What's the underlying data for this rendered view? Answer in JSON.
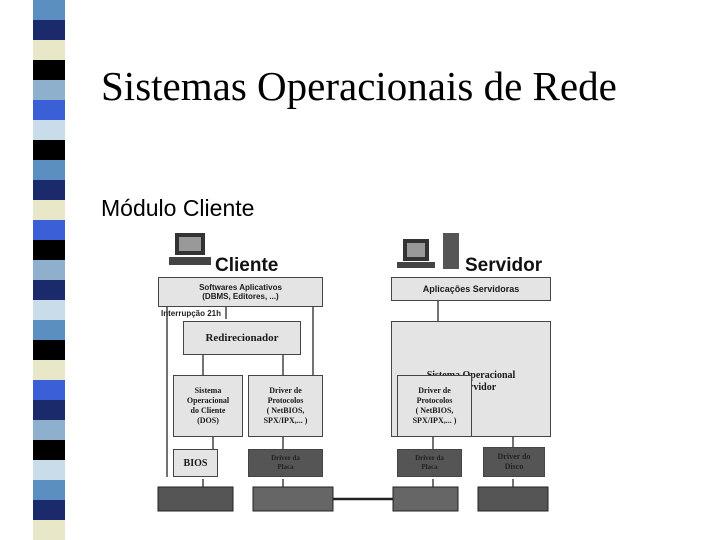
{
  "slide": {
    "title": "Sistemas Operacionais de Rede",
    "bullet": "Módulo Cliente"
  },
  "stripe_colors": [
    "#5a8fc0",
    "#1a2a6a",
    "#e8e8c8",
    "#000000",
    "#8fb0cc",
    "#3a5fd6",
    "#c8dcea",
    "#000000",
    "#5a8fc0",
    "#1a2a6a",
    "#e8e8c8",
    "#3a5fd6",
    "#000000",
    "#8fb0cc",
    "#1a2a6a",
    "#c8dcea",
    "#5a8fc0",
    "#000000",
    "#e8e8c8",
    "#3a5fd6",
    "#1a2a6a",
    "#8fb0cc",
    "#000000",
    "#c8dcea",
    "#5a8fc0",
    "#1a2a6a",
    "#e8e8c8"
  ],
  "diagram": {
    "cliente_header": "Cliente",
    "servidor_header": "Servidor",
    "softwares_aplicativos": "Softwares Aplicativos",
    "softwares_sub": "(DBMS, Editores, ...)",
    "interrupcao": "Interrupção 21h",
    "redirecionador": "Redirecionador",
    "so_cliente_l1": "Sistema",
    "so_cliente_l2": "Operacional",
    "so_cliente_l3": "do Cliente",
    "so_cliente_l4": "(DOS)",
    "driver_prot_l1": "Driver de",
    "driver_prot_l2": "Protocolos",
    "driver_prot_l3": "( NetBIOS,",
    "driver_prot_l4": "SPX/IPX,... )",
    "driver_prot_s_l1": "Driver de",
    "driver_prot_s_l2": "Protocolos",
    "driver_prot_s_l3": "( NetBIOS,",
    "driver_prot_s_l4": "SPX/IPX,... )",
    "bios": "BIOS",
    "driver_placa_l1": "Driver da",
    "driver_placa_l2": "Placa",
    "driver_placa_s_l1": "Driver da",
    "driver_placa_s_l2": "Placa",
    "driver_disco_l1": "Driver do",
    "driver_disco_l2": "Disco",
    "aplicacoes_servidoras": "Aplicações Servidoras",
    "so_servidor_l1": "Sistema Operacional",
    "so_servidor_l2": "do Servidor"
  }
}
